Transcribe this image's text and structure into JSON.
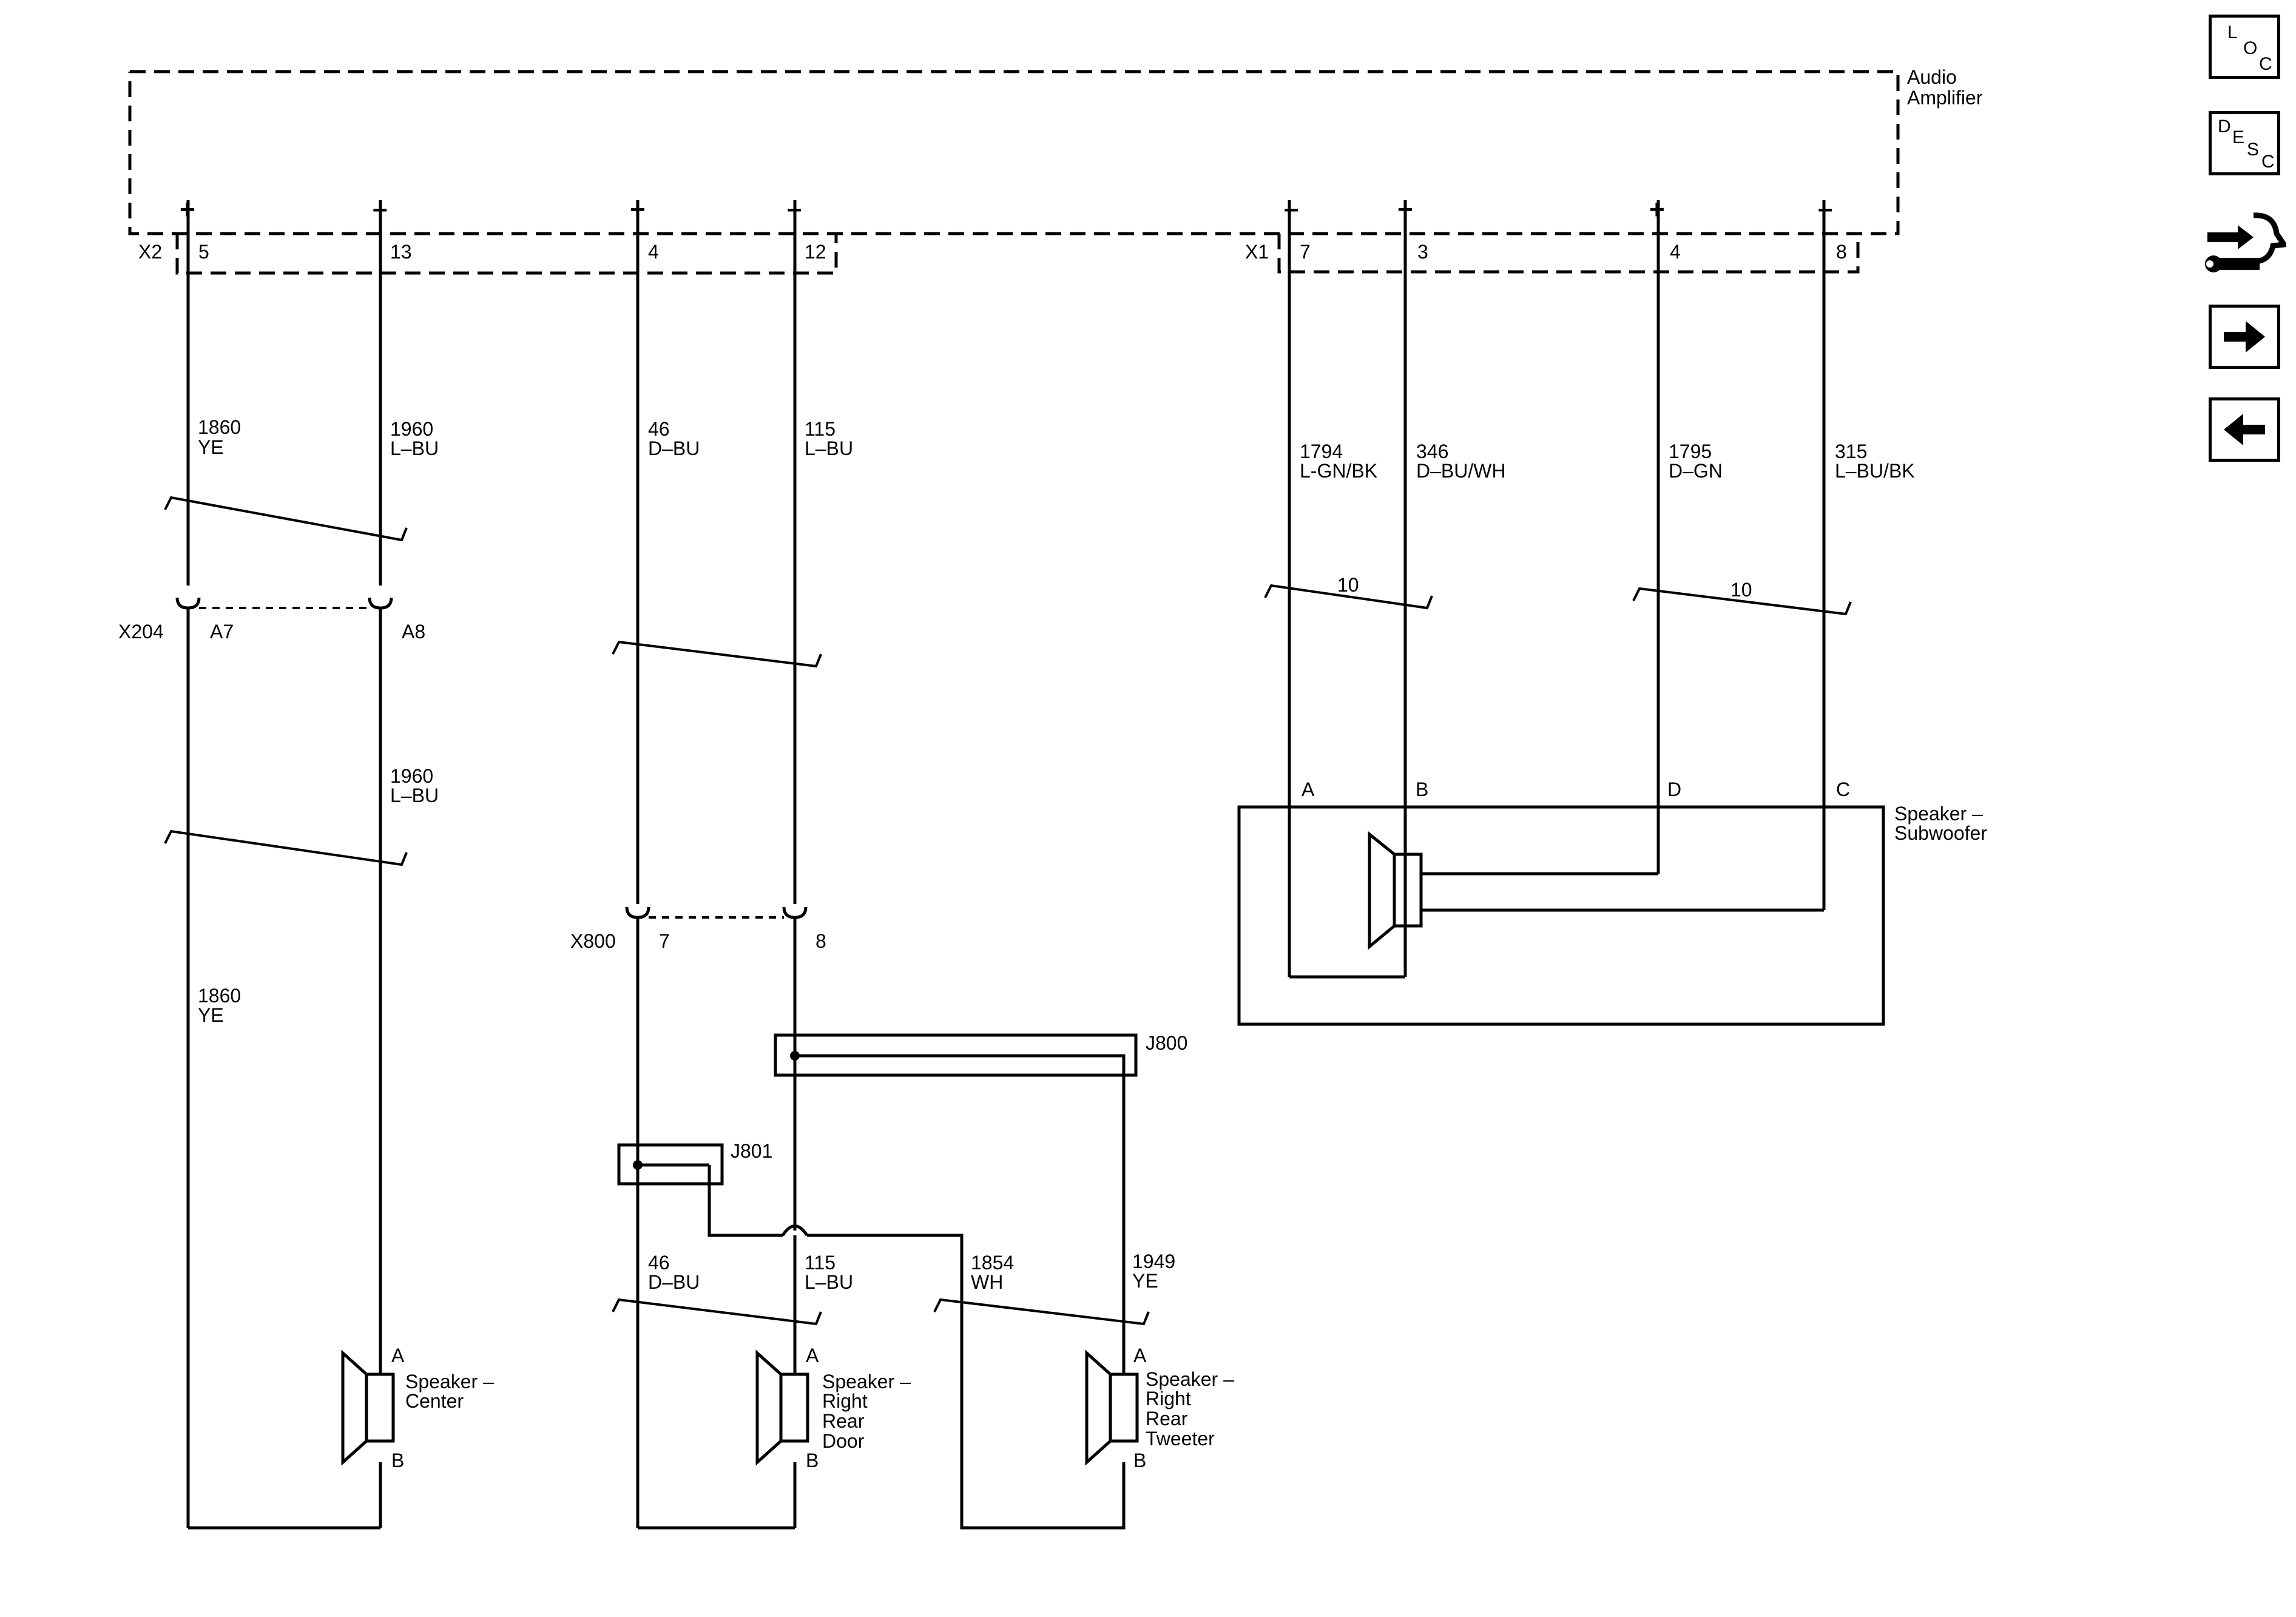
{
  "amplifier": {
    "name_line1": "Audio",
    "name_line2": "Amplifier",
    "connector_x2": "X2",
    "connector_x1": "X1"
  },
  "x2_pins": [
    {
      "sign": "+",
      "pin": "5"
    },
    {
      "sign": "–",
      "pin": "13"
    },
    {
      "sign": "+",
      "pin": "4"
    },
    {
      "sign": "–",
      "pin": "12"
    }
  ],
  "x1_pins": [
    {
      "sign": "–",
      "pin": "7"
    },
    {
      "sign": "+",
      "pin": "3"
    },
    {
      "sign": "+",
      "pin": "4"
    },
    {
      "sign": "–",
      "pin": "8"
    }
  ],
  "wires": {
    "w1860_upper": {
      "circuit": "1860",
      "color": "YE"
    },
    "w1960_upper": {
      "circuit": "1960",
      "color": "L–BU"
    },
    "w46_upper": {
      "circuit": "46",
      "color": "D–BU"
    },
    "w115_upper": {
      "circuit": "115",
      "color": "L–BU"
    },
    "w1794": {
      "circuit": "1794",
      "color": "L-GN/BK"
    },
    "w346": {
      "circuit": "346",
      "color": "D–BU/WH"
    },
    "w1795": {
      "circuit": "1795",
      "color": "D–GN"
    },
    "w315": {
      "circuit": "315",
      "color": "L–BU/BK"
    },
    "w1960_lower": {
      "circuit": "1960",
      "color": "L–BU"
    },
    "w1860_lower": {
      "circuit": "1860",
      "color": "YE"
    },
    "w46_lower": {
      "circuit": "46",
      "color": "D–BU"
    },
    "w115_lower": {
      "circuit": "115",
      "color": "L–BU"
    },
    "w1854": {
      "circuit": "1854",
      "color": "WH"
    },
    "w1949": {
      "circuit": "1949",
      "color": "YE"
    }
  },
  "twist_counts": {
    "left_pair": "10",
    "right_pair": "10"
  },
  "inline_connectors": {
    "x204": {
      "name": "X204",
      "pin_a": "A7",
      "pin_b": "A8"
    },
    "x800": {
      "name": "X800",
      "pin_a": "7",
      "pin_b": "8"
    }
  },
  "splices": {
    "j800": "J800",
    "j801": "J801"
  },
  "subwoofer": {
    "name_line1": "Speaker –",
    "name_line2": "Subwoofer",
    "pins": [
      "A",
      "B",
      "D",
      "C"
    ]
  },
  "speakers": {
    "center": {
      "lines": [
        "Speaker –",
        "Center"
      ],
      "pin_a": "A",
      "pin_b": "B"
    },
    "rear_door": {
      "lines": [
        "Speaker –",
        "Right",
        "Rear",
        "Door"
      ],
      "pin_a": "A",
      "pin_b": "B"
    },
    "rear_tweeter": {
      "lines": [
        "Speaker –",
        "Right",
        "Rear",
        "Tweeter"
      ],
      "pin_a": "A",
      "pin_b": "B"
    }
  },
  "nav": {
    "loc": {
      "l1": "L",
      "l2": "O",
      "l3": "C"
    },
    "desc": {
      "l1": "D",
      "l2": "E",
      "l3": "S",
      "l4": "C"
    },
    "tool_icon": "connector-tool-icon",
    "forward_icon": "arrow-right-icon",
    "back_icon": "arrow-left-icon"
  }
}
